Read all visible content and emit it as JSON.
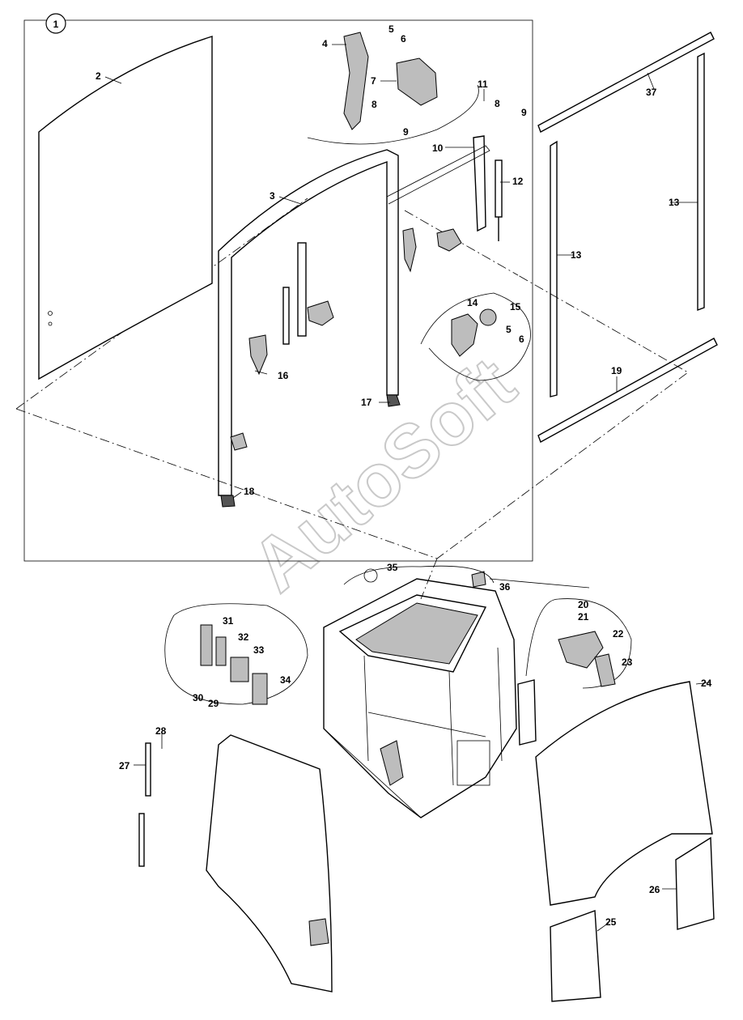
{
  "diagram": {
    "assembly_id": "1",
    "watermark": "AutoSoft",
    "labels": [
      {
        "id": "p1",
        "text": "1"
      },
      {
        "id": "p2",
        "text": "2"
      },
      {
        "id": "p3",
        "text": "3"
      },
      {
        "id": "p4",
        "text": "4"
      },
      {
        "id": "p5a",
        "text": "5"
      },
      {
        "id": "p6a",
        "text": "6"
      },
      {
        "id": "p7",
        "text": "7"
      },
      {
        "id": "p8a",
        "text": "8"
      },
      {
        "id": "p9a",
        "text": "9"
      },
      {
        "id": "p10",
        "text": "10"
      },
      {
        "id": "p11",
        "text": "11"
      },
      {
        "id": "p8b",
        "text": "8"
      },
      {
        "id": "p9b",
        "text": "9"
      },
      {
        "id": "p12",
        "text": "12"
      },
      {
        "id": "p13a",
        "text": "13"
      },
      {
        "id": "p13b",
        "text": "13"
      },
      {
        "id": "p14",
        "text": "14"
      },
      {
        "id": "p15",
        "text": "15"
      },
      {
        "id": "p5b",
        "text": "5"
      },
      {
        "id": "p6b",
        "text": "6"
      },
      {
        "id": "p16",
        "text": "16"
      },
      {
        "id": "p17",
        "text": "17"
      },
      {
        "id": "p18",
        "text": "18"
      },
      {
        "id": "p19",
        "text": "19"
      },
      {
        "id": "p20",
        "text": "20"
      },
      {
        "id": "p21",
        "text": "21"
      },
      {
        "id": "p22",
        "text": "22"
      },
      {
        "id": "p23",
        "text": "23"
      },
      {
        "id": "p24",
        "text": "24"
      },
      {
        "id": "p25",
        "text": "25"
      },
      {
        "id": "p26",
        "text": "26"
      },
      {
        "id": "p27",
        "text": "27"
      },
      {
        "id": "p28",
        "text": "28"
      },
      {
        "id": "p29",
        "text": "29"
      },
      {
        "id": "p30",
        "text": "30"
      },
      {
        "id": "p31",
        "text": "31"
      },
      {
        "id": "p32",
        "text": "32"
      },
      {
        "id": "p33",
        "text": "33"
      },
      {
        "id": "p34",
        "text": "34"
      },
      {
        "id": "p35",
        "text": "35"
      },
      {
        "id": "p36",
        "text": "36"
      },
      {
        "id": "p37",
        "text": "37"
      }
    ]
  }
}
